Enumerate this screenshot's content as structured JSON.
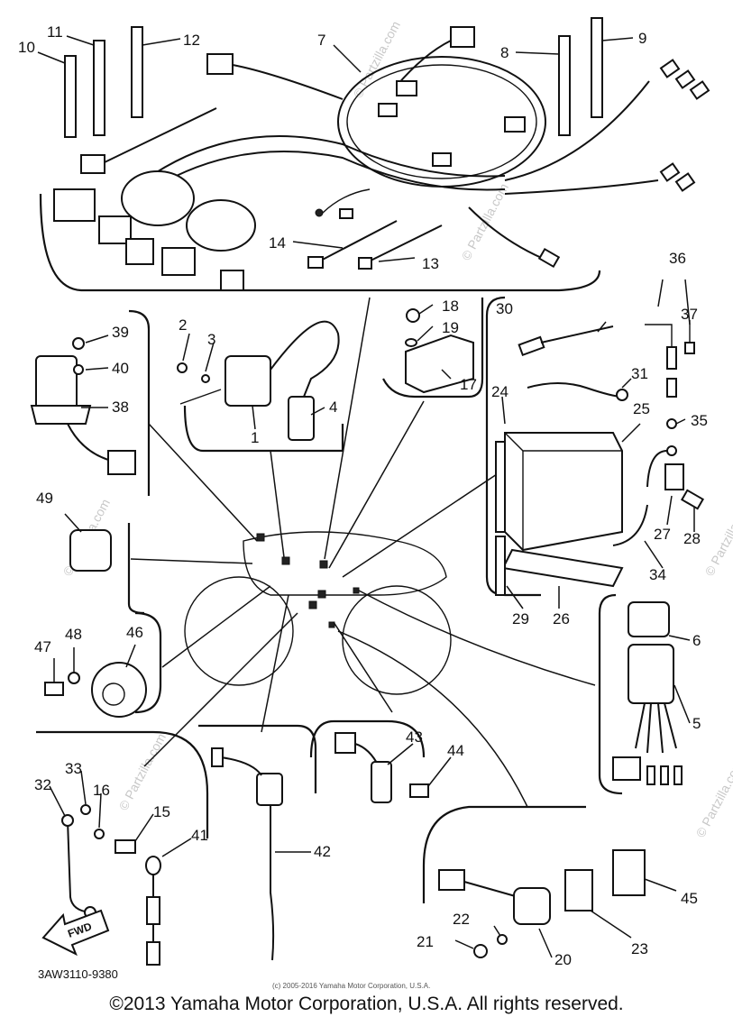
{
  "diagram": {
    "callouts": {
      "c1": "1",
      "c2": "2",
      "c3": "3",
      "c4": "4",
      "c5": "5",
      "c6": "6",
      "c7": "7",
      "c8": "8",
      "c9": "9",
      "c10": "10",
      "c11": "11",
      "c12": "12",
      "c13": "13",
      "c14": "14",
      "c15": "15",
      "c16": "16",
      "c17": "17",
      "c18": "18",
      "c19": "19",
      "c20": "20",
      "c21": "21",
      "c22": "22",
      "c23": "23",
      "c24": "24",
      "c25": "25",
      "c26": "26",
      "c27": "27",
      "c28": "28",
      "c29": "29",
      "c30": "30",
      "c31": "31",
      "c32": "32",
      "c33": "33",
      "c34": "34",
      "c35": "35",
      "c36": "36",
      "c37": "37",
      "c38": "38",
      "c39": "39",
      "c40": "40",
      "c41": "41",
      "c42": "42",
      "c43": "43",
      "c44": "44",
      "c45": "45",
      "c46": "46",
      "c47": "47",
      "c48": "48",
      "c49": "49"
    },
    "direction_arrow": "FWD",
    "drawing_code": "3AW3110-9380",
    "small_copyright": "(c) 2005-2016 Yamaha Motor Corporation, U.S.A.",
    "watermark": "© Partzilla.com"
  },
  "footer": {
    "copyright": "©2013 Yamaha Motor Corporation, U.S.A. All rights reserved."
  }
}
